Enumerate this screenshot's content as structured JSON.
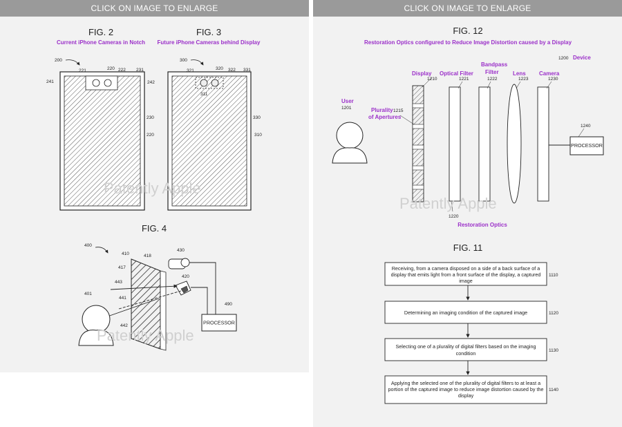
{
  "left": {
    "bar_text": "CLICK ON IMAGE TO ENLARGE",
    "fig2": {
      "title": "FIG. 2",
      "caption": "Current iPhone Cameras in Notch",
      "refs": {
        "r200": "200",
        "r221": "221",
        "r220a": "220",
        "r222": "222",
        "r231": "231",
        "r241": "241",
        "r242": "242",
        "r230": "230",
        "r220b": "220"
      }
    },
    "fig3": {
      "title": "FIG. 3",
      "caption": "Future iPhone Cameras behind Display",
      "refs": {
        "r300": "300",
        "r321": "321",
        "r320": "320",
        "r322": "322",
        "r331": "331",
        "r311": "311",
        "r330": "330",
        "r310": "310"
      }
    },
    "fig4": {
      "title": "FIG. 4",
      "processor": "PROCESSOR",
      "refs": {
        "r400": "400",
        "r410": "410",
        "r418": "418",
        "r430": "430",
        "r417": "417",
        "r420": "420",
        "r443": "443",
        "r441": "441",
        "r401": "401",
        "r442": "442",
        "r490": "490"
      }
    },
    "watermark1": "Patently Apple",
    "watermark2": "Patently Apple"
  },
  "right": {
    "bar_text": "CLICK ON IMAGE TO ENLARGE",
    "fig12": {
      "title": "FIG. 12",
      "caption": "Restoration Optics configured to Reduce Image Distortion caused by a Display",
      "device_ref": "1200",
      "device": "Device",
      "display": "Display",
      "display_ref": "1210",
      "optical_filter": "Optical Filter",
      "optical_filter_ref": "1221",
      "bandpass1": "Bandpass",
      "bandpass2": "Filter",
      "bandpass_ref": "1222",
      "lens": "Lens",
      "lens_ref": "1223",
      "camera": "Camera",
      "camera_ref": "1230",
      "user": "User",
      "user_ref": "1201",
      "apertures1": "Plurality",
      "apertures_ref": "1215",
      "apertures2": "of Apertures",
      "processor_ref": "1240",
      "processor": "PROCESSOR",
      "optics_ref": "1220",
      "optics": "Restoration Optics"
    },
    "watermark": "Patently Apple",
    "fig11": {
      "title": "FIG. 11",
      "steps": [
        {
          "lines": [
            "Receiving, from a camera disposed on a side of a back surface of a",
            "display that emits light from a front surface of the display, a captured",
            "image"
          ],
          "ref": "1110"
        },
        {
          "lines": [
            "Determining an imaging condition of the captured image"
          ],
          "ref": "1120"
        },
        {
          "lines": [
            "Selecting one of a plurality of digital filters based on the imaging",
            "condition"
          ],
          "ref": "1130"
        },
        {
          "lines": [
            "Applying the selected one of the plurality of digital filters to at least a",
            "portion of the captured image to reduce image distortion caused by the",
            "display"
          ],
          "ref": "1140"
        }
      ]
    }
  }
}
